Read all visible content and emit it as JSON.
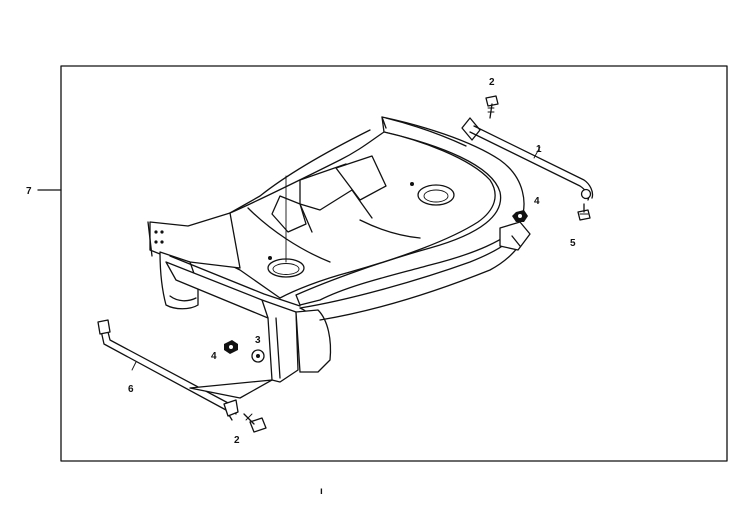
{
  "callouts": {
    "c7": "7",
    "c2_top": "2",
    "c1": "1",
    "c4_right": "4",
    "c5": "5",
    "c4_left": "4",
    "c3": "3",
    "c6": "6",
    "c2_bottom": "2"
  },
  "footer_mark": "ı"
}
